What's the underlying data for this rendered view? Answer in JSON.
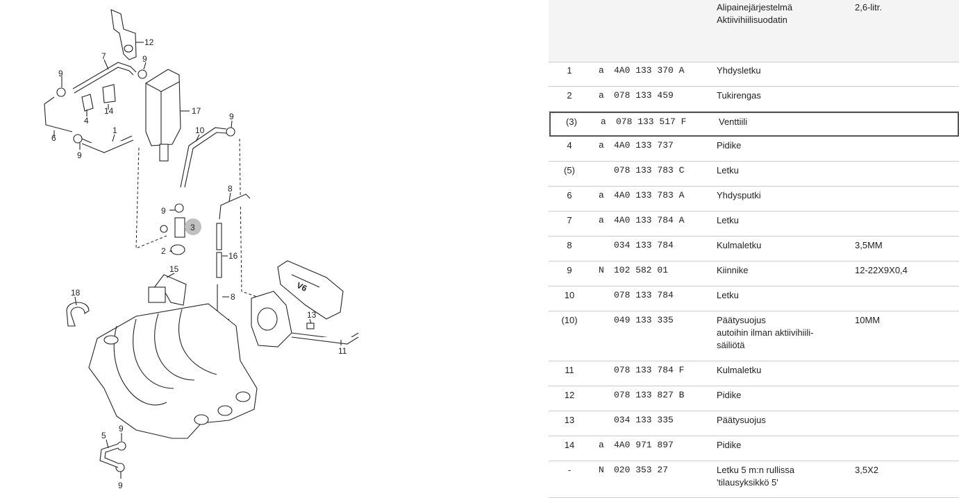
{
  "diagram": {
    "callouts": [
      "12",
      "7",
      "9",
      "9",
      "17",
      "14",
      "4",
      "6",
      "9",
      "1",
      "10",
      "9",
      "8",
      "9",
      "3",
      "2",
      "16",
      "15",
      "18",
      "8",
      "13",
      "11",
      "5",
      "9",
      "9"
    ]
  },
  "header": {
    "description": [
      "Alipainejärjestelmä",
      "Aktiivihiilisuodatin"
    ],
    "note": "2,6-litr."
  },
  "rows": [
    {
      "pos": "1",
      "flag": "a",
      "part": "4A0 133 370 A",
      "desc": [
        "Yhdysletku"
      ],
      "note": ""
    },
    {
      "pos": "2",
      "flag": "a",
      "part": "078 133 459",
      "desc": [
        "Tukirengas"
      ],
      "note": ""
    },
    {
      "pos": "(3)",
      "flag": "a",
      "part": "078 133 517 F",
      "desc": [
        "Venttiili"
      ],
      "note": "",
      "selected": true
    },
    {
      "pos": "4",
      "flag": "a",
      "part": "4A0 133 737",
      "desc": [
        "Pidike"
      ],
      "note": ""
    },
    {
      "pos": "(5)",
      "flag": "",
      "part": "078 133 783 C",
      "desc": [
        "Letku"
      ],
      "note": ""
    },
    {
      "pos": "6",
      "flag": "a",
      "part": "4A0 133 783 A",
      "desc": [
        "Yhdysputki"
      ],
      "note": ""
    },
    {
      "pos": "7",
      "flag": "a",
      "part": "4A0 133 784 A",
      "desc": [
        "Letku"
      ],
      "note": ""
    },
    {
      "pos": "8",
      "flag": "",
      "part": "034 133 784",
      "desc": [
        "Kulmaletku"
      ],
      "note": "3,5MM"
    },
    {
      "pos": "9",
      "flag": "N",
      "part": "102 582 01",
      "desc": [
        "Kiinnike"
      ],
      "note": "12-22X9X0,4"
    },
    {
      "pos": "10",
      "flag": "",
      "part": "078 133 784",
      "desc": [
        "Letku"
      ],
      "note": ""
    },
    {
      "pos": "(10)",
      "flag": "",
      "part": "049 133 335",
      "desc": [
        "Päätysuojus",
        "autoihin ilman aktiivihiili-",
        "säiliötä"
      ],
      "note": "10MM"
    },
    {
      "pos": "11",
      "flag": "",
      "part": "078 133 784 F",
      "desc": [
        "Kulmaletku"
      ],
      "note": ""
    },
    {
      "pos": "12",
      "flag": "",
      "part": "078 133 827 B",
      "desc": [
        "Pidike"
      ],
      "note": ""
    },
    {
      "pos": "13",
      "flag": "",
      "part": "034 133 335",
      "desc": [
        "Päätysuojus"
      ],
      "note": ""
    },
    {
      "pos": "14",
      "flag": "a",
      "part": "4A0 971 897",
      "desc": [
        "Pidike"
      ],
      "note": ""
    },
    {
      "pos": "-",
      "flag": "N",
      "part": "020 353 27",
      "desc": [
        "Letku 5 m:n rullissa",
        "'tilausyksikkö 5'"
      ],
      "note": "3,5X2"
    }
  ]
}
